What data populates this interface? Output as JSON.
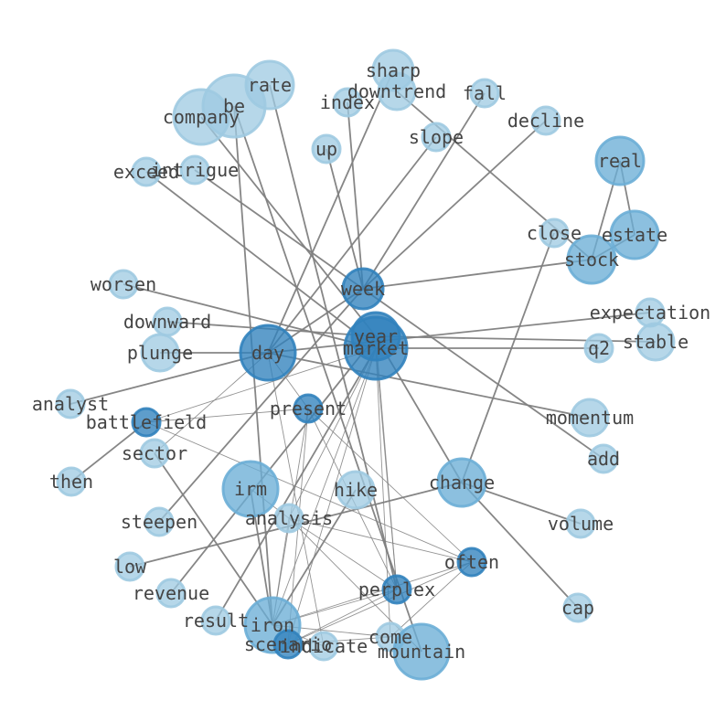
{
  "diagram": {
    "type": "word-cooccurrence-network",
    "colors": {
      "light": "#9ecae1",
      "mid": "#6baed6",
      "dark": "#3182bd",
      "edge": "#808080",
      "label": "#444444"
    },
    "nodes": [
      {
        "id": "sharp",
        "label": "sharp",
        "tone": "light"
      },
      {
        "id": "downtrend",
        "label": "downtrend",
        "tone": "light"
      },
      {
        "id": "fall",
        "label": "fall",
        "tone": "light"
      },
      {
        "id": "rate",
        "label": "rate",
        "tone": "light"
      },
      {
        "id": "be",
        "label": "be",
        "tone": "light"
      },
      {
        "id": "company",
        "label": "company",
        "tone": "light"
      },
      {
        "id": "index",
        "label": "index",
        "tone": "light"
      },
      {
        "id": "decline",
        "label": "decline",
        "tone": "light"
      },
      {
        "id": "slope",
        "label": "slope",
        "tone": "light"
      },
      {
        "id": "up",
        "label": "up",
        "tone": "light"
      },
      {
        "id": "real",
        "label": "real",
        "tone": "mid"
      },
      {
        "id": "exceed",
        "label": "exceed",
        "tone": "light"
      },
      {
        "id": "intrigue",
        "label": "intrigue",
        "tone": "light"
      },
      {
        "id": "close",
        "label": "close",
        "tone": "light"
      },
      {
        "id": "estate",
        "label": "estate",
        "tone": "mid"
      },
      {
        "id": "stock",
        "label": "stock",
        "tone": "mid"
      },
      {
        "id": "week",
        "label": "week",
        "tone": "dark"
      },
      {
        "id": "worsen",
        "label": "worsen",
        "tone": "light"
      },
      {
        "id": "expectation",
        "label": "expectation",
        "tone": "light"
      },
      {
        "id": "downward",
        "label": "downward",
        "tone": "light"
      },
      {
        "id": "year",
        "label": "year",
        "tone": "dark"
      },
      {
        "id": "market",
        "label": "market",
        "tone": "dark"
      },
      {
        "id": "stable",
        "label": "stable",
        "tone": "light"
      },
      {
        "id": "day",
        "label": "day",
        "tone": "dark"
      },
      {
        "id": "plunge",
        "label": "plunge",
        "tone": "light"
      },
      {
        "id": "q2",
        "label": "q2",
        "tone": "light"
      },
      {
        "id": "analyst",
        "label": "analyst",
        "tone": "light"
      },
      {
        "id": "present",
        "label": "present",
        "tone": "dark"
      },
      {
        "id": "battlefield",
        "label": "battlefield",
        "tone": "dark"
      },
      {
        "id": "momentum",
        "label": "momentum",
        "tone": "light"
      },
      {
        "id": "sector",
        "label": "sector",
        "tone": "light"
      },
      {
        "id": "add",
        "label": "add",
        "tone": "light"
      },
      {
        "id": "then",
        "label": "then",
        "tone": "light"
      },
      {
        "id": "change",
        "label": "change",
        "tone": "mid"
      },
      {
        "id": "irm",
        "label": "irm",
        "tone": "mid"
      },
      {
        "id": "hike",
        "label": "hike",
        "tone": "light"
      },
      {
        "id": "steepen",
        "label": "steepen",
        "tone": "light"
      },
      {
        "id": "analysis",
        "label": "analysis",
        "tone": "light"
      },
      {
        "id": "volume",
        "label": "volume",
        "tone": "light"
      },
      {
        "id": "low",
        "label": "low",
        "tone": "light"
      },
      {
        "id": "often",
        "label": "often",
        "tone": "dark"
      },
      {
        "id": "revenue",
        "label": "revenue",
        "tone": "light"
      },
      {
        "id": "perplex",
        "label": "perplex",
        "tone": "dark"
      },
      {
        "id": "cap",
        "label": "cap",
        "tone": "light"
      },
      {
        "id": "result",
        "label": "result",
        "tone": "light"
      },
      {
        "id": "iron",
        "label": "iron",
        "tone": "mid"
      },
      {
        "id": "come",
        "label": "come",
        "tone": "light"
      },
      {
        "id": "scenario",
        "label": "scenario",
        "tone": "dark"
      },
      {
        "id": "indicate",
        "label": "indicate",
        "tone": "light"
      },
      {
        "id": "mountain",
        "label": "mountain",
        "tone": "mid"
      }
    ],
    "edges": [
      [
        "real",
        "estate"
      ],
      [
        "real",
        "stock"
      ],
      [
        "estate",
        "stock"
      ],
      [
        "sharp",
        "day"
      ],
      [
        "downtrend",
        "stock"
      ],
      [
        "fall",
        "week"
      ],
      [
        "rate",
        "perplex"
      ],
      [
        "be",
        "iron"
      ],
      [
        "be",
        "mountain"
      ],
      [
        "company",
        "year"
      ],
      [
        "index",
        "week"
      ],
      [
        "decline",
        "week"
      ],
      [
        "slope",
        "day"
      ],
      [
        "up",
        "week"
      ],
      [
        "exceed",
        "market"
      ],
      [
        "intrigue",
        "week"
      ],
      [
        "close",
        "change"
      ],
      [
        "stock",
        "week"
      ],
      [
        "worsen",
        "market"
      ],
      [
        "expectation",
        "day"
      ],
      [
        "downward",
        "year"
      ],
      [
        "year",
        "stable"
      ],
      [
        "market",
        "q2"
      ],
      [
        "day",
        "analyst"
      ],
      [
        "day",
        "momentum"
      ],
      [
        "battlefield",
        "then"
      ],
      [
        "week",
        "add"
      ],
      [
        "year",
        "change"
      ],
      [
        "change",
        "cap"
      ],
      [
        "change",
        "volume"
      ],
      [
        "change",
        "low"
      ],
      [
        "sector",
        "iron"
      ],
      [
        "plunge",
        "day"
      ],
      [
        "irm",
        "iron"
      ],
      [
        "year",
        "revenue"
      ],
      [
        "market",
        "result"
      ],
      [
        "hike",
        "iron"
      ],
      [
        "steepen",
        "week"
      ],
      [
        "market",
        "perplex"
      ],
      [
        "market",
        "come"
      ],
      [
        "market",
        "analysis"
      ],
      [
        "market",
        "battlefield"
      ],
      [
        "market",
        "scenario"
      ],
      [
        "market",
        "iron"
      ],
      [
        "day",
        "present"
      ],
      [
        "day",
        "sector"
      ],
      [
        "present",
        "battlefield"
      ],
      [
        "present",
        "iron"
      ],
      [
        "present",
        "often"
      ],
      [
        "present",
        "perplex"
      ],
      [
        "present",
        "scenario"
      ],
      [
        "analysis",
        "perplex"
      ],
      [
        "analysis",
        "often"
      ],
      [
        "analysis",
        "iron"
      ],
      [
        "analysis",
        "mountain"
      ],
      [
        "often",
        "iron"
      ],
      [
        "often",
        "scenario"
      ],
      [
        "often",
        "come"
      ],
      [
        "perplex",
        "iron"
      ],
      [
        "perplex",
        "scenario"
      ],
      [
        "iron",
        "come"
      ],
      [
        "iron",
        "indicate"
      ],
      [
        "scenario",
        "come"
      ],
      [
        "battlefield",
        "often"
      ],
      [
        "year",
        "perplex"
      ],
      [
        "day",
        "indicate"
      ],
      [
        "week",
        "day"
      ],
      [
        "irm",
        "analysis"
      ]
    ]
  }
}
